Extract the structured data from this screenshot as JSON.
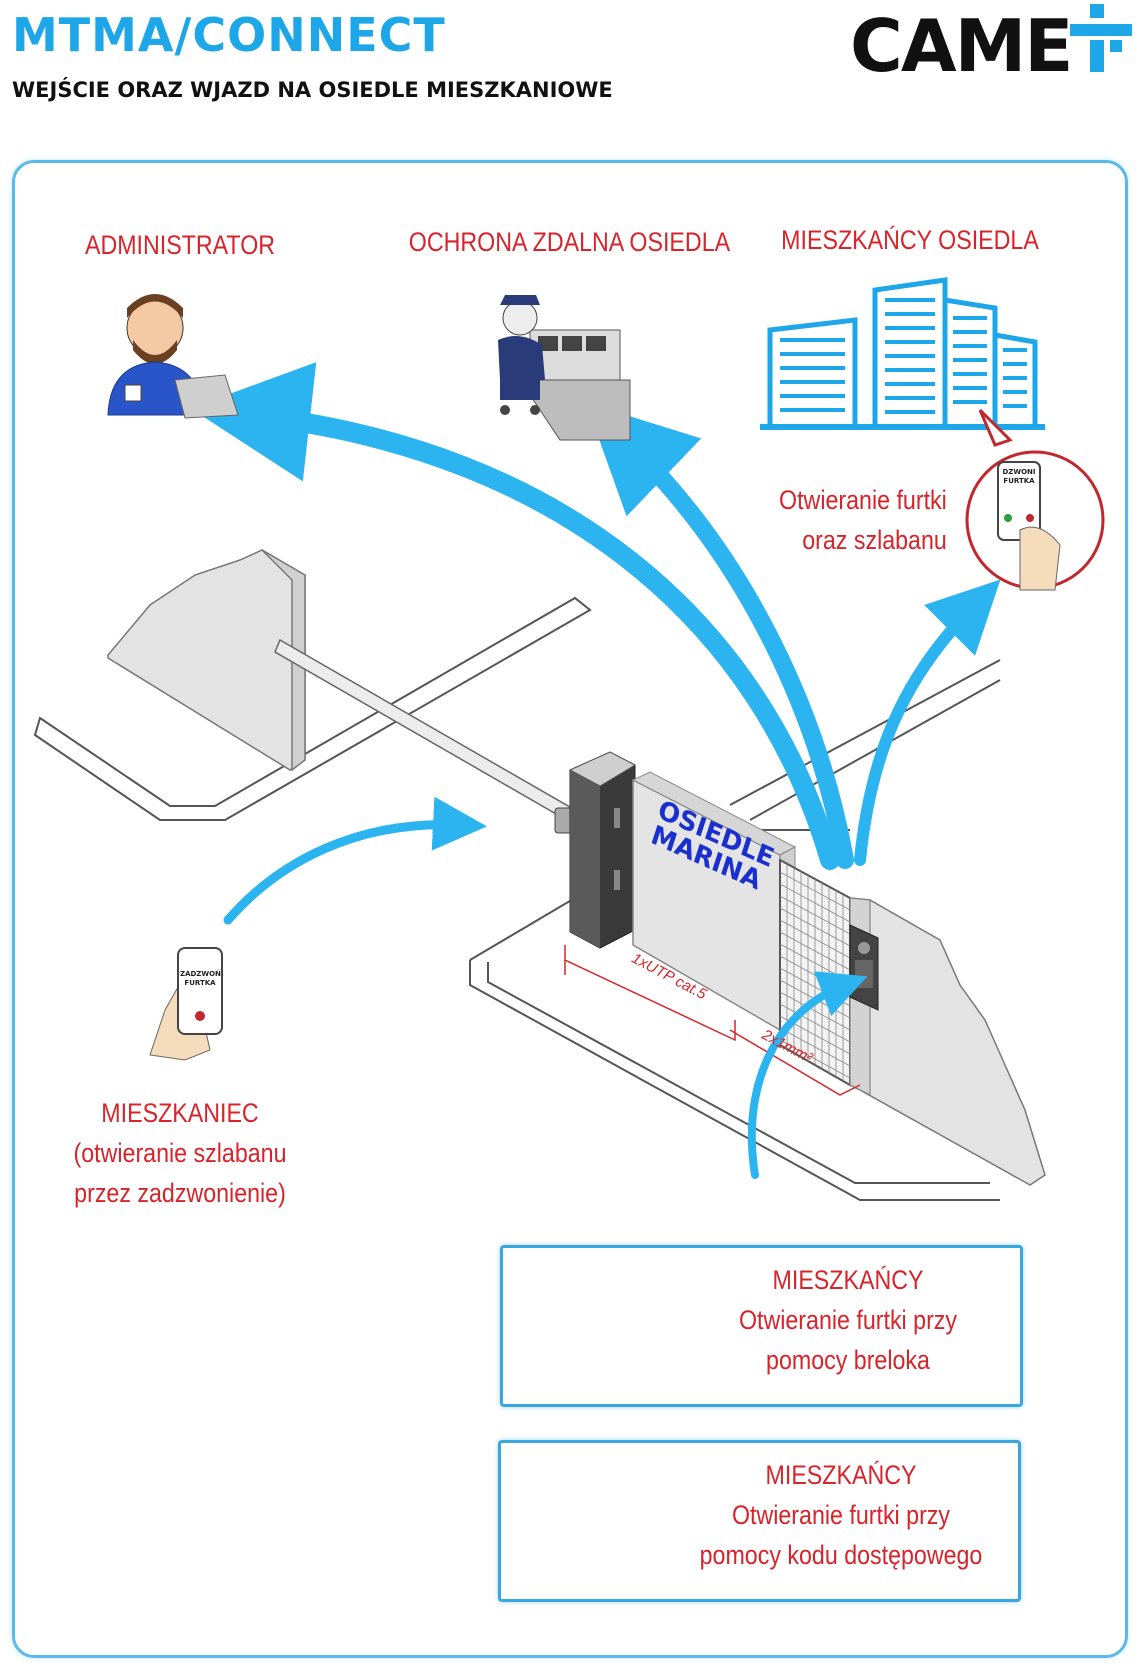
{
  "header": {
    "title": "MTMA/CONNECT",
    "subtitle": "WEJŚCIE ORAZ WJAZD NA OSIEDLE MIESZKANIOWE",
    "brand": "CAME"
  },
  "nodes": {
    "administrator": "ADMINISTRATOR",
    "security": "OCHRONA ZDALNA OSIEDLA",
    "residents_top": "MIESZKAŃCY  OSIEDLA",
    "resident_caller": {
      "line1": "MIESZKANIEC",
      "line2": "(otwieranie szlabanu",
      "line3": "przez zadzwonienie)"
    },
    "open_gate": {
      "line1": "Otwieranie furtki",
      "line2": "oraz szlabanu"
    }
  },
  "phones": {
    "top_screen": "DZWONI\nFURTKA",
    "left_screen": "ZADZWOŃ\nFURTKA"
  },
  "scene": {
    "sign": "OSIEDLE\nMARINA",
    "cable1": "1xUTP cat.5",
    "cable2": "2x1mm²"
  },
  "cards": [
    {
      "title": "MIESZKAŃCY",
      "line2": "Otwieranie furtki przy",
      "line3": "pomocy breloka"
    },
    {
      "title": "MIESZKAŃCY",
      "line2": "Otwieranie furtki przy",
      "line3": "pomocy kodu dostępowego"
    }
  ],
  "colors": {
    "accent_blue": "#1ea7e8",
    "arrow_blue": "#2bb4f0",
    "label_red": "#d8232a"
  },
  "icons": [
    "administrator-icon",
    "security-guard-icon",
    "buildings-icon",
    "smartphone-icon",
    "barrier-gate-icon",
    "intercom-panel-icon",
    "rfid-reader-icon",
    "keypad-icon",
    "came-logo-icon"
  ]
}
